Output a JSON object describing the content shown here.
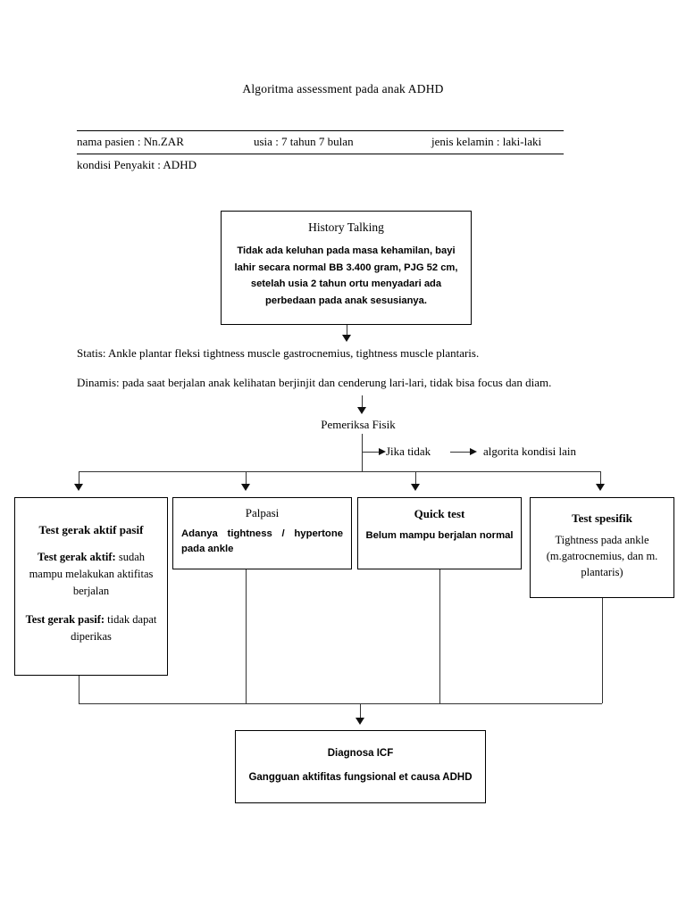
{
  "document": {
    "title": "Algoritma assessment pada anak ADHD"
  },
  "patient_header": {
    "nama_pasien": "nama pasien :  Nn.ZAR",
    "usia": "usia : 7 tahun 7 bulan",
    "jenis_kelamin": "jenis kelamin : laki-laki",
    "kondisi_penyakit": "kondisi Penyakit :  ADHD"
  },
  "history_talking": {
    "title": "History Talking",
    "body": "Tidak ada keluhan pada masa kehamilan, bayi lahir secara normal BB 3.400 gram, PJG 52 cm, setelah usia 2 tahun ortu menyadari ada perbedaan pada anak sesusianya."
  },
  "observations": {
    "statis": "Statis:  Ankle plantar fleksi tightness muscle gastrocnemius, tightness muscle plantaris.",
    "dinamis": "Dinamis: pada saat berjalan anak kelihatan berjinjit dan cenderung lari-lari, tidak bisa focus dan diam."
  },
  "pemeriksa_fisik": {
    "label": "Pemeriksa Fisik"
  },
  "branch": {
    "jika_tidak": "Jika tidak",
    "algoritma_kondisi_lain": "algorita kondisi lain"
  },
  "assessment_boxes": {
    "aktif_pasif": {
      "title": "Test gerak aktif pasif",
      "item1_label": "Test gerak aktif:",
      "item1_value": " sudah mampu melakukan aktifitas berjalan",
      "item2_label": "Test gerak pasif:",
      "item2_value": " tidak dapat diperikas"
    },
    "palpasi": {
      "title": "Palpasi",
      "body": "Adanya  tightness  /  hypertone pada ankle"
    },
    "quick_test": {
      "title": "Quick test",
      "body": "Belum mampu berjalan normal"
    },
    "test_spesifik": {
      "title": "Test spesifik",
      "body": "Tightness pada ankle (m.gatrocnemius, dan m. plantaris)"
    }
  },
  "diagnosa": {
    "title": "Diagnosa ICF",
    "body": "Gangguan aktifitas fungsional  et causa   ADHD"
  },
  "colors": {
    "ink": "#000000",
    "connector": "#333333",
    "background": "#ffffff"
  }
}
